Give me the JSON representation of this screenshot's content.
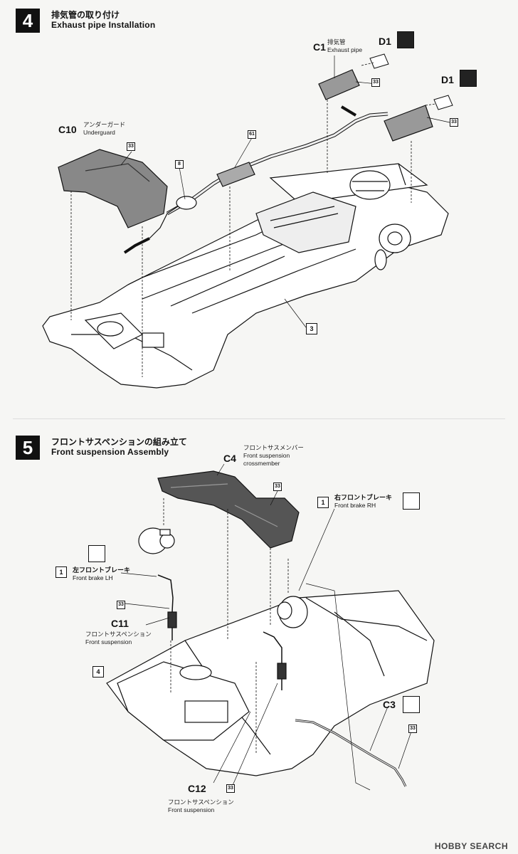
{
  "step4": {
    "number": "4",
    "title_jp": "排気管の取り付け",
    "title_en": "Exhaust pipe Installation",
    "parts": {
      "c1": {
        "code": "C1",
        "jp": "排気管",
        "en": "Exhaust pipe"
      },
      "d1a": {
        "code": "D1"
      },
      "d1b": {
        "code": "D1"
      },
      "c10": {
        "code": "C10",
        "jp": "アンダーガード",
        "en": "Underguard"
      }
    },
    "color_codes": {
      "c33a": "33",
      "c33b": "33",
      "c33c": "33",
      "c61": "61",
      "c8": "8",
      "ref3": "3"
    }
  },
  "step5": {
    "number": "5",
    "title_jp": "フロントサスペンションの組み立て",
    "title_en": "Front suspension Assembly",
    "parts": {
      "c4": {
        "code": "C4",
        "jp": "フロントサスメンバー",
        "en1": "Front suspension",
        "en2": "crossmember"
      },
      "brake_rh": {
        "ref": "1",
        "jp": "右フロントブレーキ",
        "en": "Front brake RH"
      },
      "brake_lh": {
        "ref": "1",
        "jp": "左フロントブレーキ",
        "en": "Front brake LH"
      },
      "c11": {
        "code": "C11",
        "jp": "フロントサスペンション",
        "en": "Front suspension"
      },
      "c12": {
        "code": "C12",
        "jp": "フロントサスペンション",
        "en": "Front suspension"
      },
      "c3": {
        "code": "C3"
      },
      "ref4": "4"
    },
    "color_codes": {
      "c33a": "33",
      "c33b": "33",
      "c33c": "33",
      "c33d": "33"
    }
  },
  "watermark": "HOBBY SEARCH"
}
